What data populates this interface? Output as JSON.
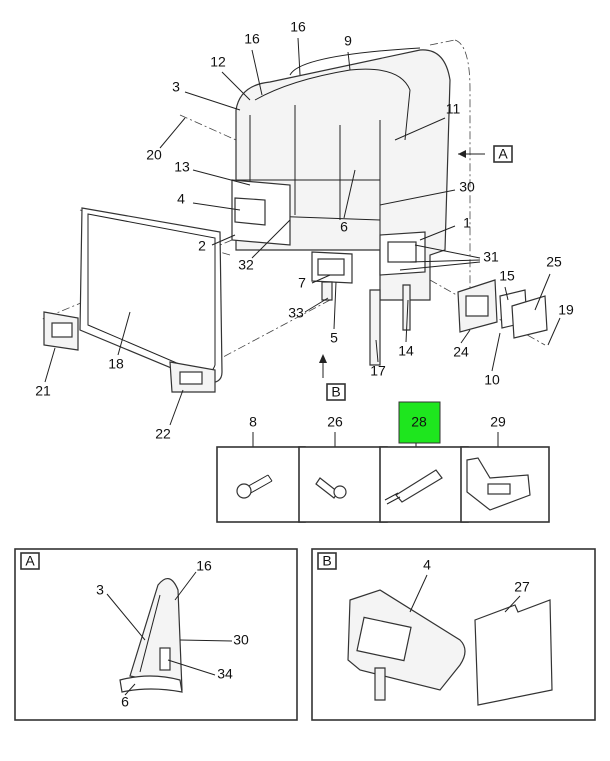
{
  "diagram": {
    "callouts": {
      "c16a": "16",
      "c16b": "16",
      "c9": "9",
      "c12": "12",
      "c3": "3",
      "c11": "11",
      "c20": "20",
      "c13": "13",
      "c4": "4",
      "c30": "30",
      "c6": "6",
      "c1": "1",
      "c2": "2",
      "c32": "32",
      "c31": "31",
      "c15": "15",
      "c25": "25",
      "c7": "7",
      "c19": "19",
      "c33": "33",
      "c5": "5",
      "c14": "14",
      "c24": "24",
      "c17": "17",
      "c10": "10",
      "c18": "18",
      "c21": "21",
      "c22": "22"
    },
    "view_refs": {
      "a": "A",
      "b": "B"
    },
    "part_boxes": [
      {
        "label": "8",
        "icon": "bolt"
      },
      {
        "label": "26",
        "icon": "rivet"
      },
      {
        "label": "28",
        "icon": "lamp-module",
        "highlighted": true
      },
      {
        "label": "29",
        "icon": "bracket"
      }
    ],
    "highlight_color": "#1ee61e",
    "inset_a": {
      "title": "A",
      "callouts": {
        "c3": "3",
        "c16": "16",
        "c30": "30",
        "c34": "34",
        "c6": "6"
      }
    },
    "inset_b": {
      "title": "B",
      "callouts": {
        "c4": "4",
        "c27": "27"
      }
    }
  }
}
